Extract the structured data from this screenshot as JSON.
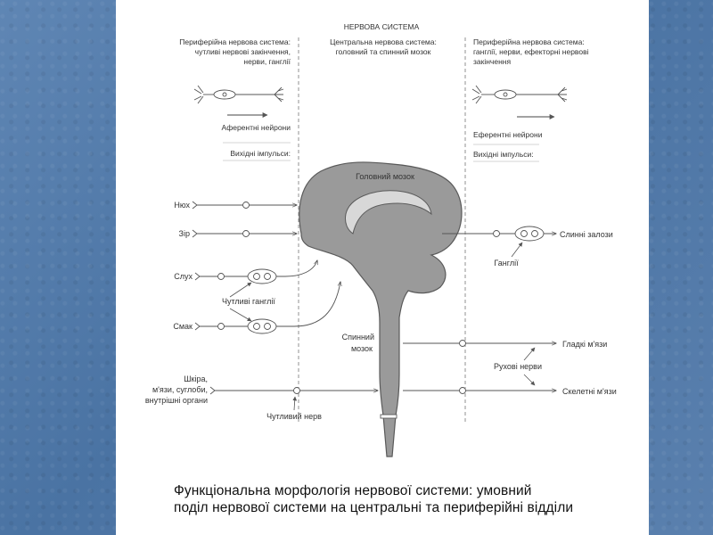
{
  "title": "НЕРВОВА СИСТЕМА",
  "left_header": [
    "Периферійна нервова система:",
    "чутливі нервові закінчення,",
    "нерви, ганглії"
  ],
  "center_header": [
    "Центральна нервова система:",
    "головний та спинний мозок"
  ],
  "right_header": [
    "Периферійна нервова система:",
    "ганглії, нерви, ефекторні нервові",
    "закінчення"
  ],
  "afferent_label": "Аферентні нейрони",
  "efferent_label": "Еферентні нейрони",
  "input_impulses_left": "Вихідні імпульси:",
  "input_impulses_right": "Вихідні імпульси:",
  "brain_label": "Головний мозок",
  "spinal_label": [
    "Спинний",
    "мозок"
  ],
  "senses": {
    "smell": "Нюх",
    "vision": "Зір",
    "hearing": "Слух",
    "taste": "Смак",
    "skin": [
      "Шкіра,",
      "м'язи, суглоби,",
      "внутрішні органи"
    ]
  },
  "sensory_ganglia": "Чутливі ганглії",
  "sensory_nerve": "Чутливий нерв",
  "ganglia": "Ганглії",
  "salivary_glands": "Слинні залози",
  "smooth_muscles": "Гладкі м'язи",
  "motor_nerves": "Рухові нерви",
  "skeletal_muscles": "Скелетні м'язи",
  "caption": {
    "line1": "Функціональна морфологія нервової системи: умовний",
    "line2": "поділ нервової системи на центральні та периферійні відділи"
  }
}
